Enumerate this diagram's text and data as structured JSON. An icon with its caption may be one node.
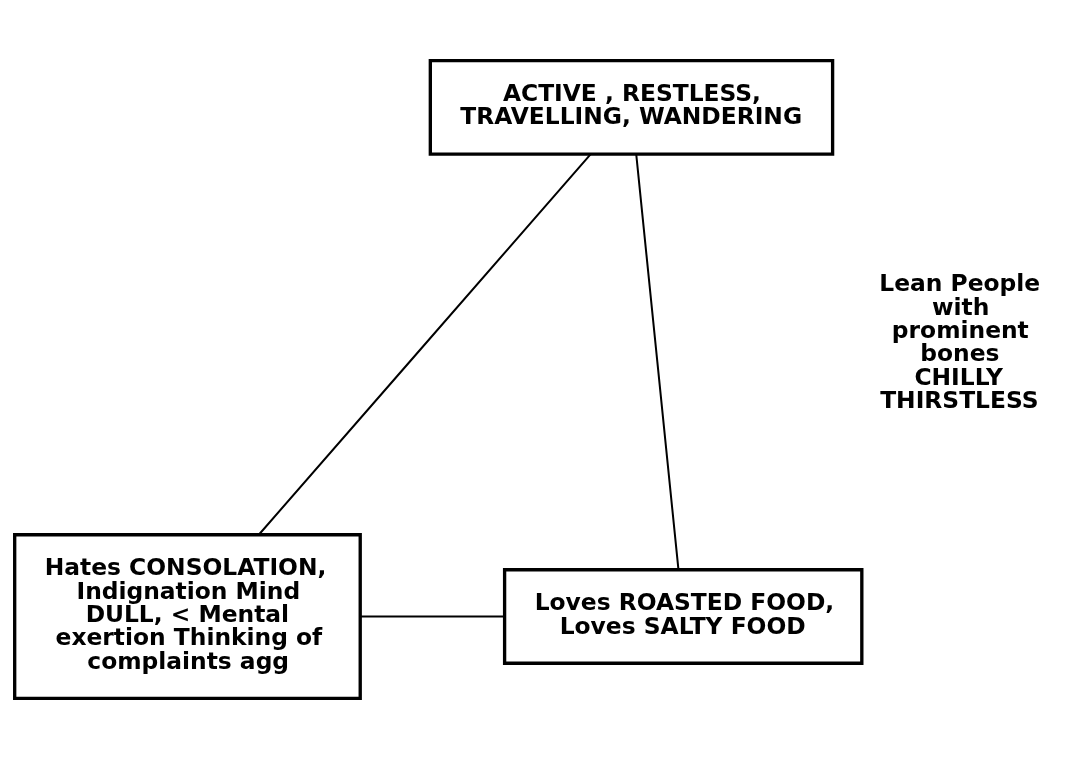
{
  "diagram": {
    "nodes": [
      {
        "text": [
          "ACTIVE , RESTLESS, TRAVELLING, WANDERING"
        ]
      },
      {
        "text": [
          "Hates CONSOLATION, Indignation Mind DULL, < Mental exertion Thinking of complaints agg"
        ]
      },
      {
        "text": [
          "Loves ROASTED FOOD, Loves SALTY FOOD"
        ]
      }
    ],
    "edges": [
      {
        "from": 0,
        "to": 1,
        "arrow": "none"
      },
      {
        "from": 0,
        "to": 2,
        "arrow": "none"
      },
      {
        "from": 1,
        "to": 2,
        "arrow": "none"
      }
    ],
    "labels": [
      "Lean People with prominent bones",
      "CHILLY",
      "THIRSTLESS"
    ]
  }
}
